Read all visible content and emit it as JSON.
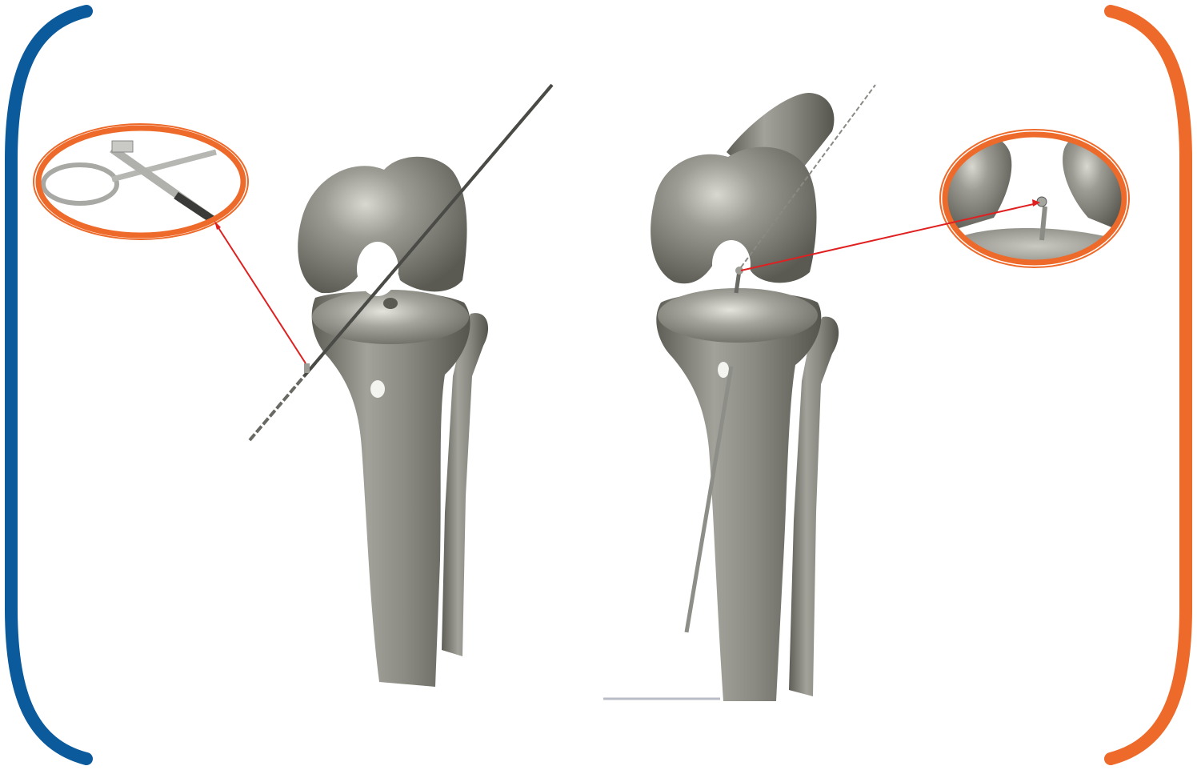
{
  "figure": {
    "frame": {
      "left_bracket_color": "#0a5a9c",
      "right_bracket_color": "#ee6a2a"
    },
    "panels": [
      {
        "name": "left-panel",
        "subject": "tibia-and-fibula-with-femoral-condyles",
        "instrument": "guide-wire-through-proximal-tibia",
        "zoom": {
          "name": "loop-suture-passer-detail",
          "ring_color": "#ee6a2a"
        }
      },
      {
        "name": "right-panel",
        "subject": "tibia-and-fibula-with-femur",
        "instrument": "pin-emerging-at-tibial-plateau",
        "zoom": {
          "name": "pin-tip-at-plateau-detail",
          "ring_color": "#ee6a2a"
        }
      }
    ],
    "pointer_color": "#e02020",
    "bone_color": "#8e8e86"
  }
}
